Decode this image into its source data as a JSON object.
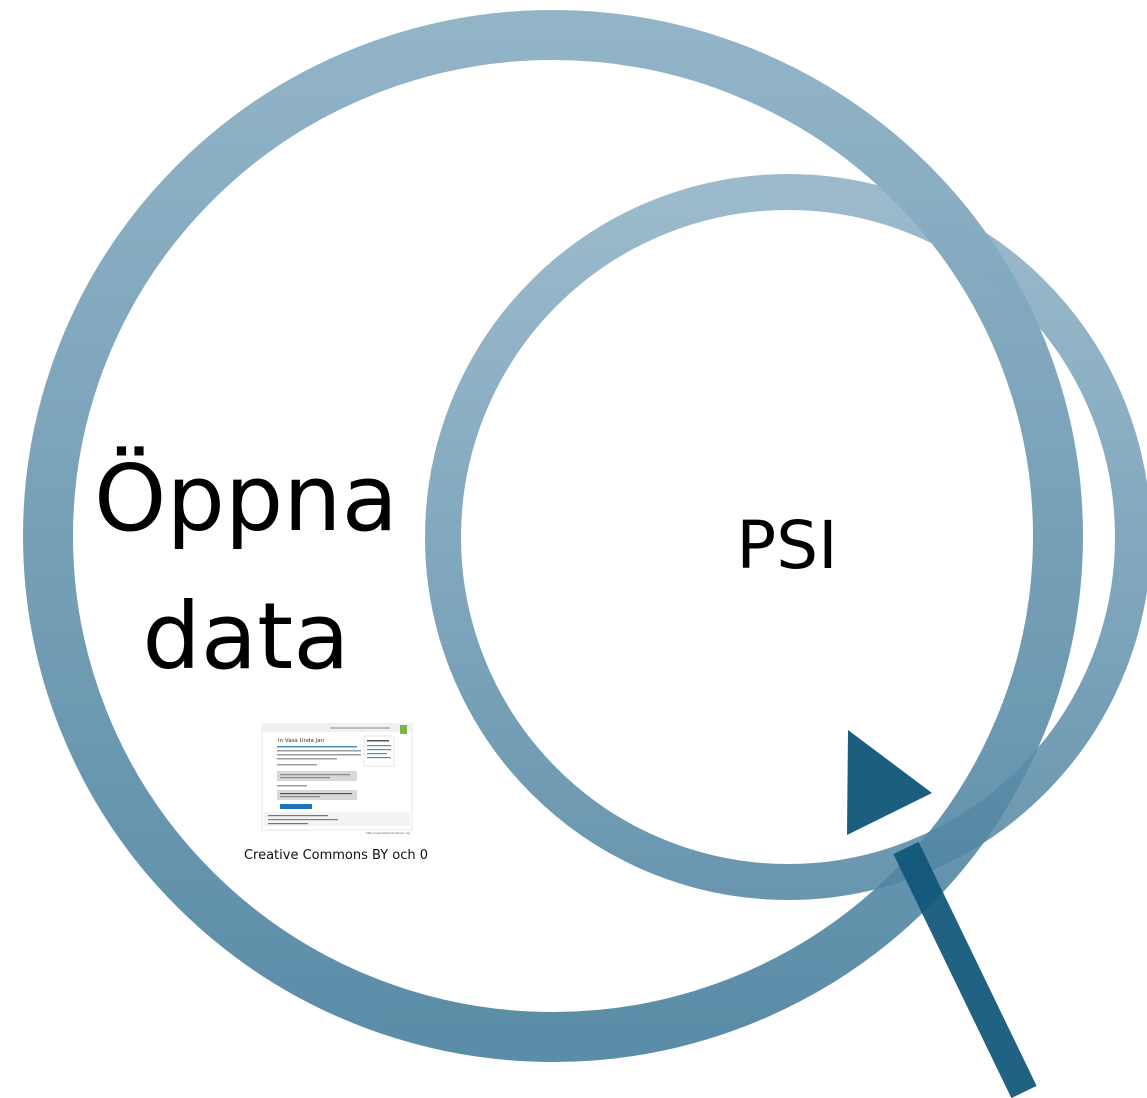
{
  "labels": {
    "open_data_line1": "Öppna",
    "open_data_line2": "data",
    "psi": "PSI",
    "license_caption": "Creative Commons BY och 0"
  },
  "thumbnail": {
    "title": "In Vasa Unda Jan",
    "url_text": "http://opendatahandbook.org"
  },
  "colors": {
    "ring": "#4f86a3",
    "ring_light": "#7ea7be",
    "arrow": "#0f5578",
    "background": "#ffffff"
  }
}
